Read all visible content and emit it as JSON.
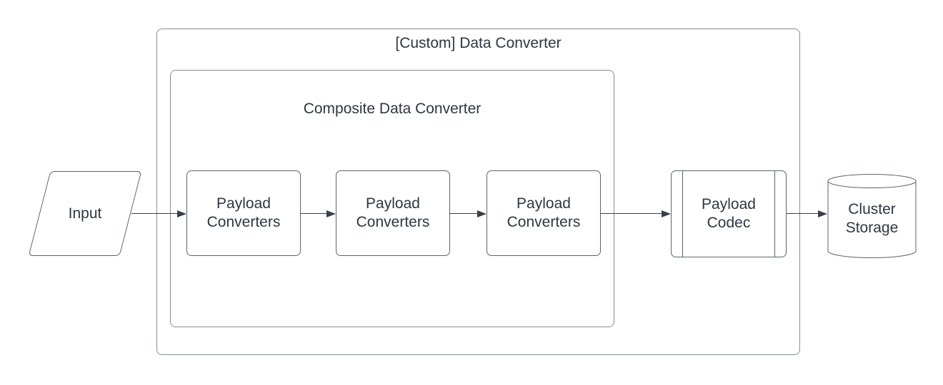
{
  "diagram": {
    "outer_container": {
      "title": "[Custom] Data Converter"
    },
    "inner_container": {
      "title": "Composite Data Converter"
    },
    "input": {
      "label": "Input"
    },
    "payload_converters": [
      {
        "label": "Payload\nConverters"
      },
      {
        "label": "Payload\nConverters"
      },
      {
        "label": "Payload\nConverters"
      }
    ],
    "payload_codec": {
      "label": "Payload\nCodec"
    },
    "cluster_storage": {
      "label": "Cluster\nStorage"
    },
    "colors": {
      "background": "#ffffff",
      "text": "#2f3642",
      "shape_border": "#5c636d",
      "container_border": "#878c93",
      "arrow": "#39404c"
    }
  }
}
